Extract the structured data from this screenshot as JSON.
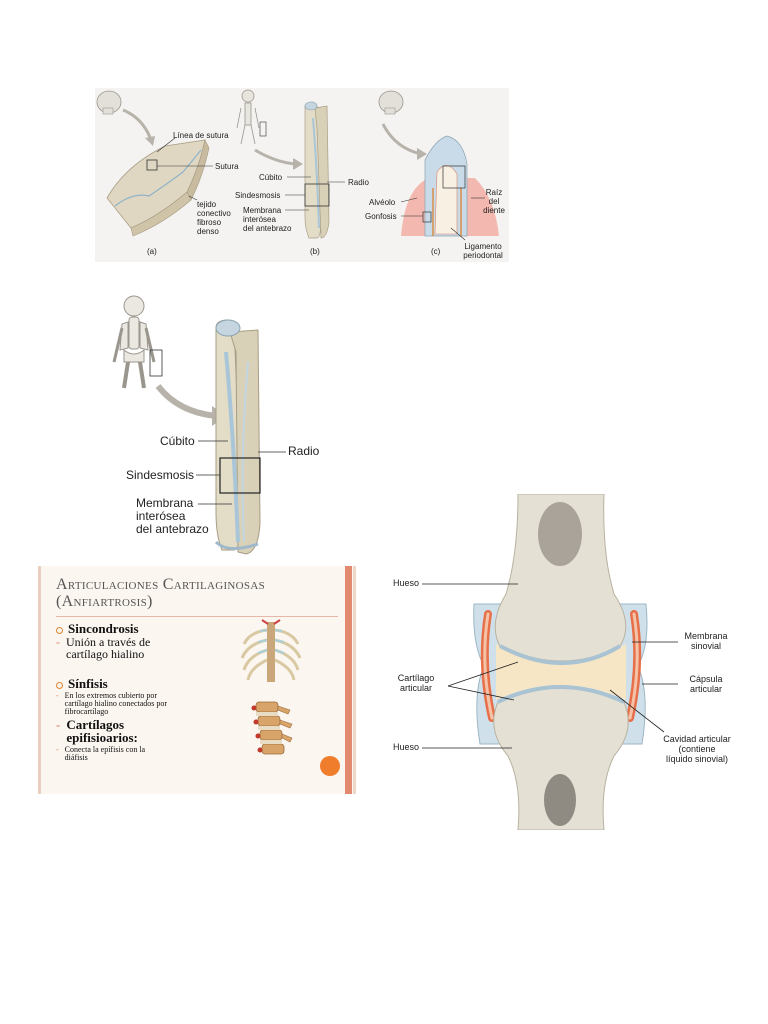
{
  "fig1": {
    "linea_sutura": "Línea de sutura",
    "sutura": "Sutura",
    "tejido": "tejido\nconectivo\nfibroso\ndenso",
    "cubito": "Cúbito",
    "radio": "Radio",
    "sindesmosis": "Sindesmosis",
    "membrana": "Membrana\ninterósea\ndel antebrazo",
    "alveolo": "Alvéolo",
    "gonfosis": "Gonfosis",
    "raiz": "Raíz\ndel\ndiente",
    "ligamento": "Ligamento\nperiodontal",
    "cap_a": "(a)",
    "cap_b": "(b)",
    "cap_c": "(c)"
  },
  "fig2": {
    "cubito": "Cúbito",
    "radio": "Radio",
    "sindesmosis": "Sindesmosis",
    "membrana": "Membrana\ninterósea\ndel antebrazo"
  },
  "slide": {
    "title": "Articulaciones Cartilaginosas\n(Anfiartrosis)",
    "b1": "Sincondrosis",
    "b1_text": "Unión a través de\ncartílago hialino",
    "b2": "Sínfisis",
    "b2_text": "En los extremos cubierto por\ncartílago hialino conectados por\nfibrocartílago",
    "b3": "Cartílagos\nepifisioarios:",
    "b3_text": "Conecta la epífisis con la\ndiáfisis",
    "colors": {
      "accent": "#e28a70",
      "bullet": "#e0862f",
      "orange_dot": "#f07d2c"
    }
  },
  "fig3": {
    "hueso_top": "Hueso",
    "membrana_sinovial": "Membrana\nsinovial",
    "cartilago": "Cartílago\narticular",
    "capsula": "Cápsula\narticular",
    "hueso_bottom": "Hueso",
    "cavidad": "Cavidad articular\n(contiene\nlíquido sinovial)"
  }
}
